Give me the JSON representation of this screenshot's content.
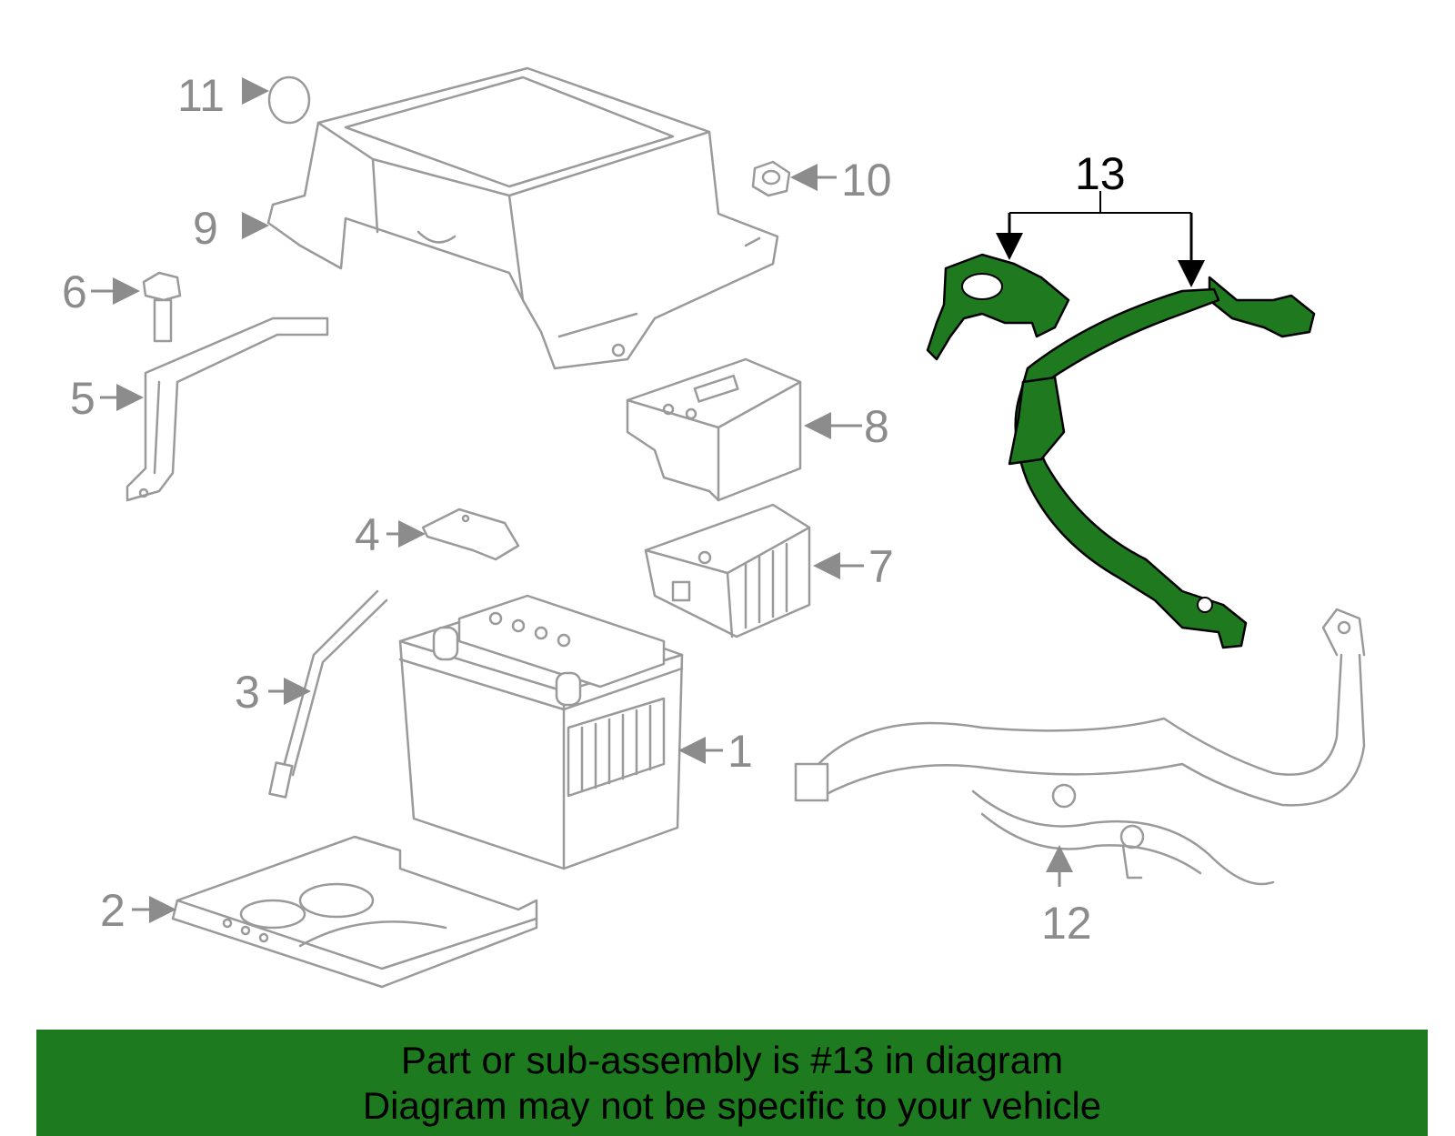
{
  "callouts": {
    "c1": "1",
    "c2": "2",
    "c3": "3",
    "c4": "4",
    "c5": "5",
    "c6": "6",
    "c7": "7",
    "c8": "8",
    "c9": "9",
    "c10": "10",
    "c11": "11",
    "c12": "12",
    "c13": "13"
  },
  "highlight_part": "13",
  "colors": {
    "highlight": "#1f7a1f",
    "banner": "#1e7a1e",
    "parts": "#9a9a9a"
  },
  "banner": {
    "line1": "Part or sub-assembly is #13 in diagram",
    "line2": "Diagram may not be specific to your vehicle"
  }
}
